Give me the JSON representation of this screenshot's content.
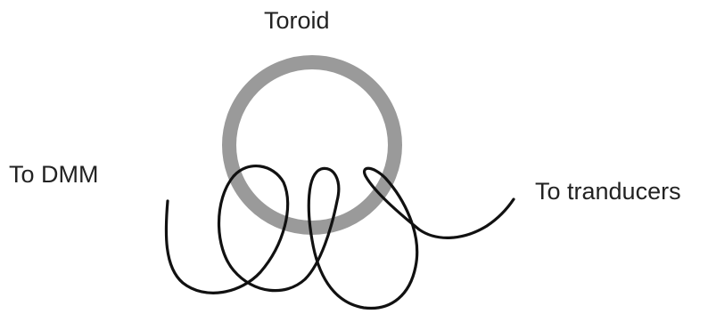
{
  "labels": {
    "toroid": "Toroid",
    "to_dmm": "To DMM",
    "to_transducers": "To tranducers"
  },
  "colors": {
    "toroid_ring": "#9a9a9a",
    "wire": "#111111",
    "text": "#222222",
    "background": "#ffffff"
  }
}
